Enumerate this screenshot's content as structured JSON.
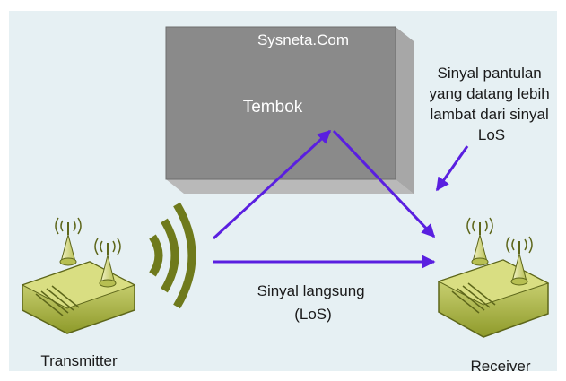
{
  "diagram": {
    "watermark": "Sysneta.Com",
    "wall_label": "Tembok",
    "reflected_label_lines": [
      "Sinyal pantulan",
      "yang datang lebih",
      "lambat dari sinyal",
      "LoS"
    ],
    "los_label_lines": [
      "Sinyal langsung",
      "(LoS)"
    ],
    "transmitter_label": "Transmitter",
    "receiver_label": "Receiver"
  },
  "colors": {
    "background": "#e6f0f3",
    "wall_front": "#8a8a8a",
    "wall_side": "#b9b9b9",
    "arrow": "#5a1fe0",
    "signal_wave": "#6f7a1c",
    "device_body": "#c9d25a",
    "label_white": "#ffffff",
    "label_dark": "#1a1a1a"
  },
  "icons": {
    "transmitter": "wireless-router-icon",
    "receiver": "wireless-router-icon",
    "antenna_waves": "radio-waves-icon"
  }
}
